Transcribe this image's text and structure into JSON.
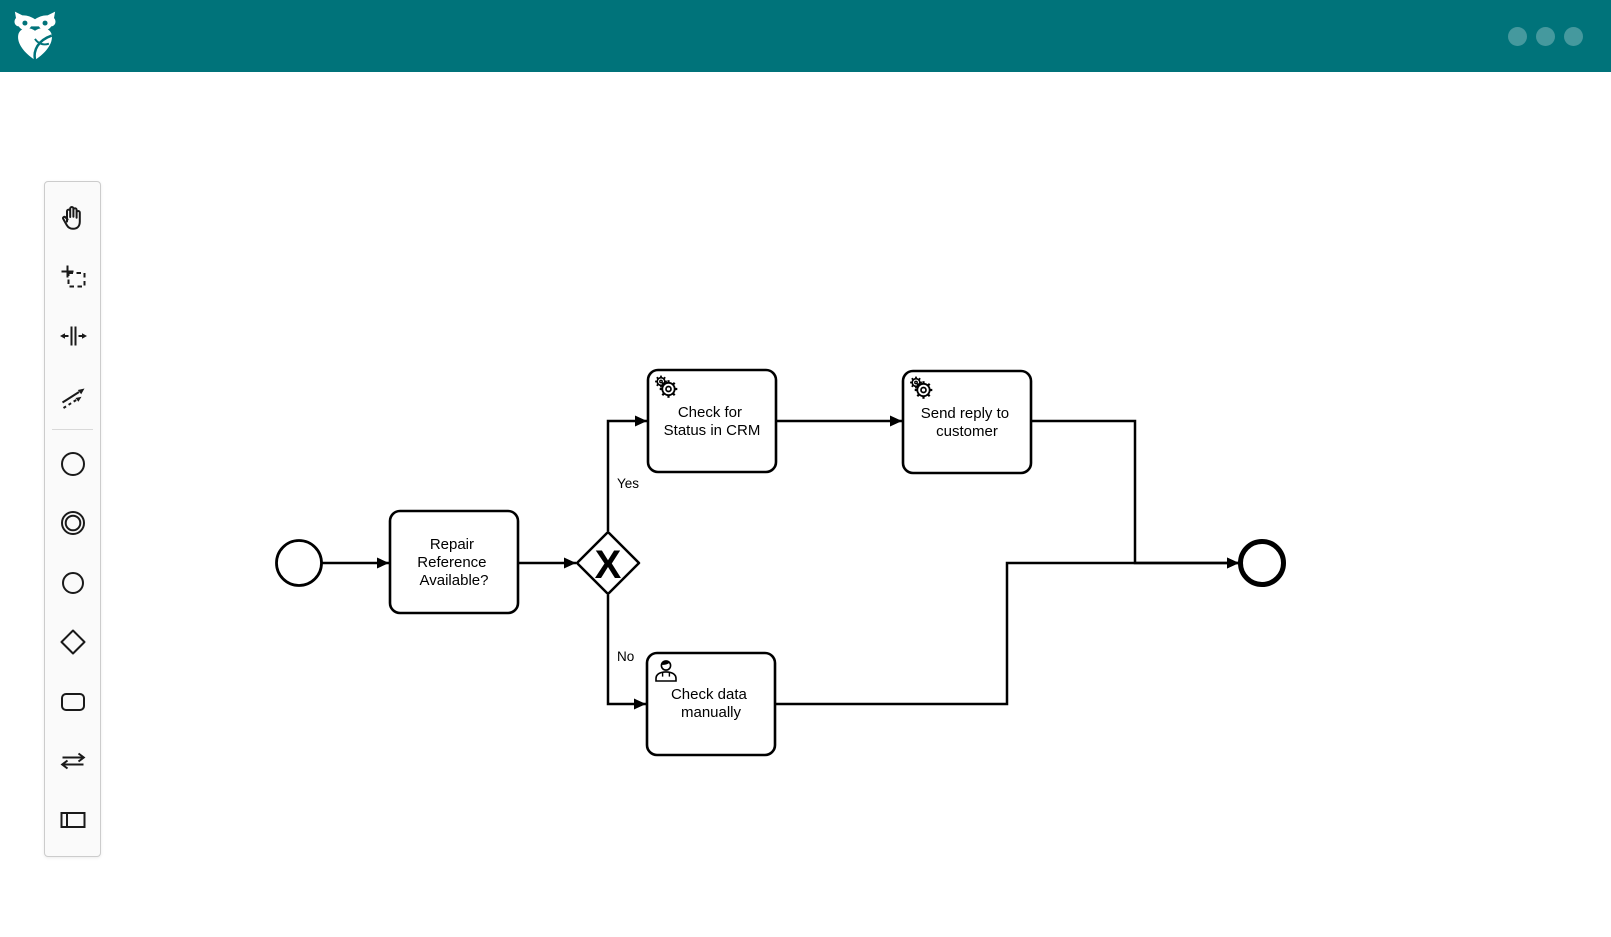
{
  "header": {
    "logo_icon": "owl-logo-icon",
    "window_buttons_count": 3,
    "colors": {
      "header_teal": "#00737a",
      "window_button": "#45999f"
    }
  },
  "palette": {
    "colors": {
      "background": "#fafafa",
      "border": "#cccccc"
    },
    "tools": [
      {
        "icon": "hand-tool-icon"
      },
      {
        "icon": "lasso-tool-icon"
      },
      {
        "icon": "space-tool-icon"
      },
      {
        "icon": "global-connect-tool-icon"
      }
    ],
    "create_elements": [
      {
        "icon": "start-event-icon"
      },
      {
        "icon": "intermediate-event-icon"
      },
      {
        "icon": "end-event-icon"
      },
      {
        "icon": "gateway-icon"
      },
      {
        "icon": "task-icon"
      },
      {
        "icon": "swap-arrows-icon"
      },
      {
        "icon": "participant-icon"
      }
    ]
  },
  "diagram": {
    "type": "bpmn-process",
    "colors": {
      "shape_stroke": "#000000",
      "shape_fill": "#ffffff"
    },
    "nodes": {
      "start_event": {
        "type": "start-event"
      },
      "repair_task": {
        "type": "task",
        "line1": "Repair",
        "line2": "Reference",
        "line3": "Available?"
      },
      "gateway": {
        "type": "exclusive-gateway",
        "marker": "X"
      },
      "crm_task": {
        "type": "service-task",
        "icon": "service-gear-icon",
        "line1": "Check for",
        "line2": "Status in CRM"
      },
      "reply_task": {
        "type": "service-task",
        "icon": "service-gear-icon",
        "line1": "Send reply to",
        "line2": "customer"
      },
      "manual_task": {
        "type": "user-task",
        "icon": "user-person-icon",
        "line1": "Check data",
        "line2": "manually"
      },
      "end_event": {
        "type": "end-event"
      }
    },
    "flow_labels": {
      "yes": "Yes",
      "no": "No"
    }
  }
}
